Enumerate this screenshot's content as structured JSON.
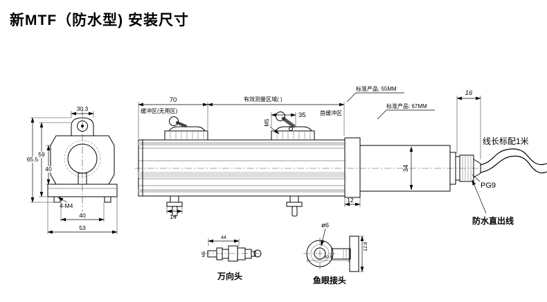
{
  "page": {
    "title": "新MTF（防水型) 安装尺寸"
  },
  "front_view": {
    "dim_width_top": "30.3",
    "dim_height_total": "65.5",
    "dim_height_mid": "59",
    "dim_height_inner": "40",
    "label_holes": "4-M4",
    "dim_width_inner": "40",
    "dim_width_total": "53"
  },
  "side_view": {
    "dim_buffer_length": "70",
    "label_buffer_zone": "缓冲区(无用区)",
    "label_effective_range": "有效测量区域(    )",
    "dim_clamp_spacing": "35",
    "label_thread_m5": "M5",
    "label_head_buffer": "首缓冲区",
    "label_standard_55": "标准产品: 55MM",
    "label_standard_67": "标准产品: 67MM",
    "dim_tail_length": "16",
    "dim_body_diameter": "34",
    "dim_collar_width": "12",
    "dim_foot_width": "14"
  },
  "cable": {
    "label_cable_length": "线长标配1米",
    "label_gland": "PG9",
    "label_outlet": "防水直出线"
  },
  "universal_head": {
    "dim_length": "44",
    "label_thread": "M5",
    "label": "万向头"
  },
  "rod_eye": {
    "dim_hole_diameter": "ø6",
    "dim_height": "12.8",
    "dim_length": "30.5",
    "label": "鱼眼接头"
  }
}
